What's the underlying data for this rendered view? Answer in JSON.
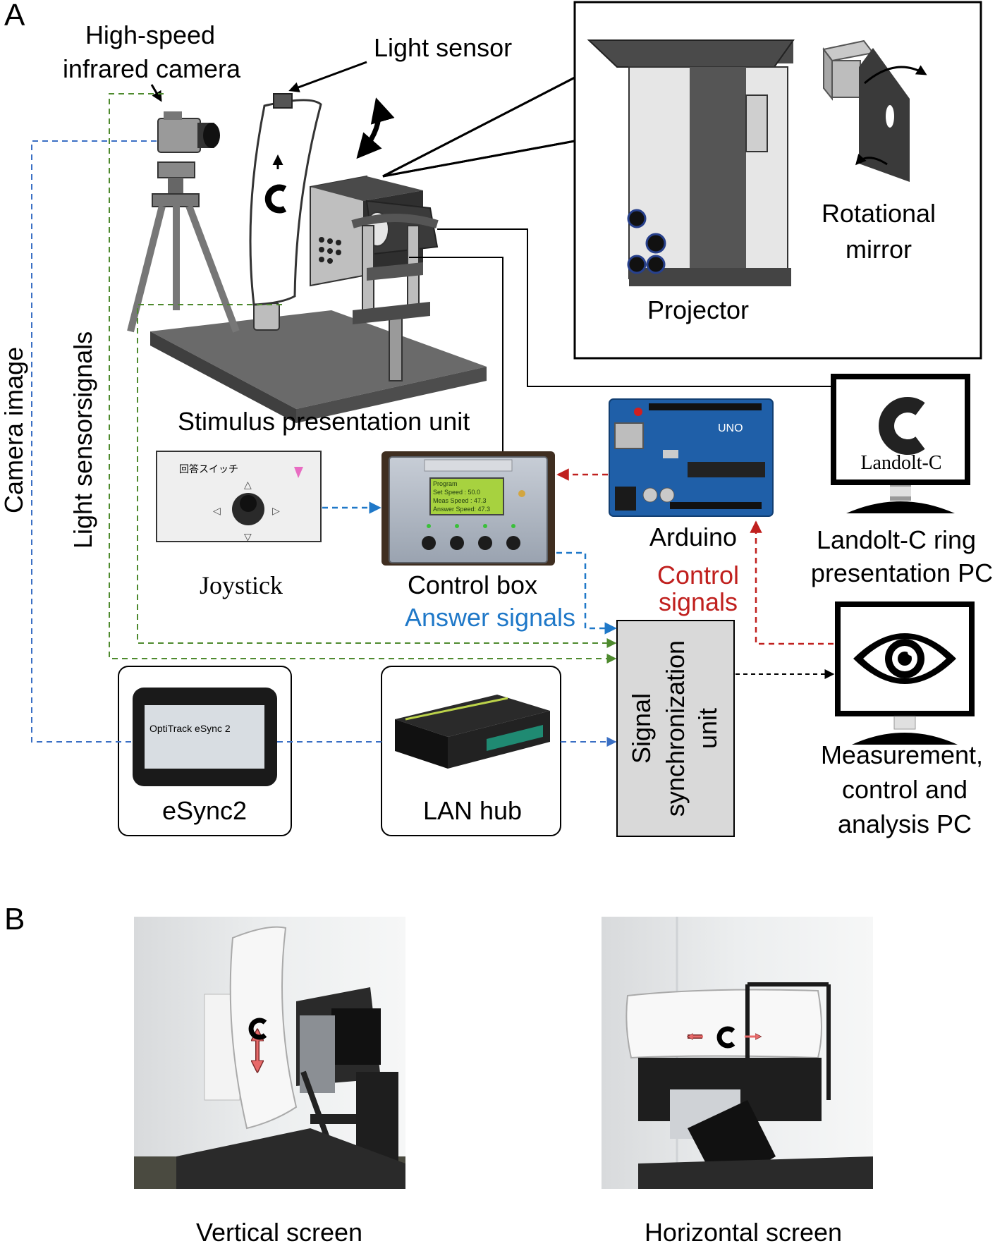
{
  "panels": {
    "a": "A",
    "b": "B"
  },
  "labels": {
    "camera": [
      "High-speed",
      "infrared camera"
    ],
    "light_sensor": "Light  sensor",
    "stimulus_unit": "Stimulus presentation unit",
    "rotational_mirror": [
      "Rotational",
      "mirror"
    ],
    "projector": "Projector",
    "joystick": "Joystick",
    "joystick_panel_text": "回答スイッチ",
    "control_box": "Control box",
    "answer_signals": "Answer signals",
    "arduino": "Arduino",
    "arduino_board_text": "UNO",
    "control_signals": [
      "Control",
      "signals"
    ],
    "landolt_pc": [
      "Landolt-C ring",
      "presentation PC"
    ],
    "landolt_screen_text": "Landolt-C",
    "measurement_pc": [
      "Measurement,",
      "control and",
      "analysis PC"
    ],
    "signal_sync": [
      "Signal",
      "synchronization",
      "unit"
    ],
    "esync2": "eSync2",
    "esync2_device_text": "OptiTrack  eSync 2",
    "lan_hub": "LAN hub",
    "camera_image": "Camera image",
    "light_sensor_signals": "Light  sensorsignals",
    "vertical_screen": "Vertical  screen",
    "horizontal_screen": "Horizontal  screen",
    "lcd_lines": [
      "Program",
      "Set Speed   : 50.0",
      "Meas Speed  : 47.3",
      "Answer Speed: 47.3"
    ]
  },
  "colors": {
    "camera_image_line": "#3a6fc4",
    "light_sensor_line": "#4e8a2e",
    "answer_signal_line": "#1f78c8",
    "answer_text": "#1f78c8",
    "control_signal_line": "#c0201e",
    "control_text": "#c0201e",
    "arduino_board": "#1f5fa8"
  },
  "icons": [
    "camera-icon",
    "tripod-icon",
    "light-sensor-icon",
    "rotate-arrow-icon",
    "projector-icon",
    "mirror-icon",
    "monitor-icon",
    "eye-icon",
    "landolt-c-icon"
  ]
}
